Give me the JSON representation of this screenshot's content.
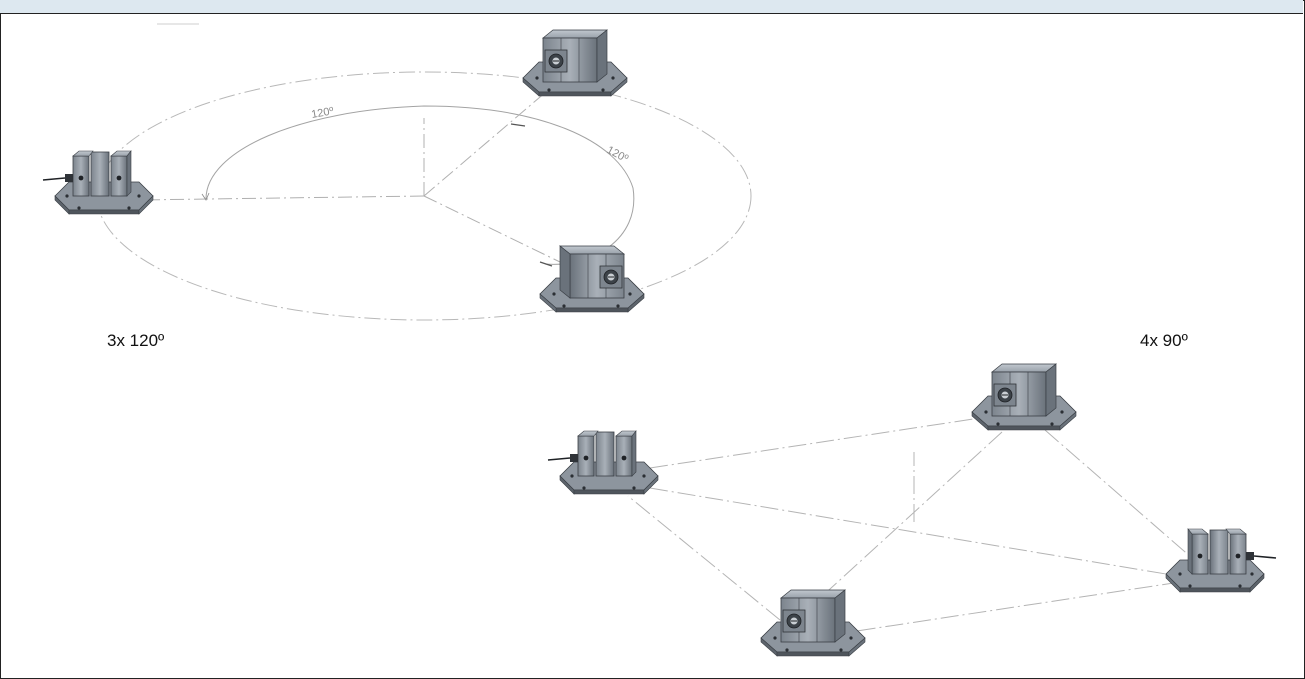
{
  "layouts": {
    "three": {
      "caption": "3x 120º",
      "angle_labels": [
        "120º",
        "120º"
      ]
    },
    "four": {
      "caption": "4x 90º"
    }
  },
  "colors": {
    "header": "#dde8f0",
    "line": "#b4b4b4",
    "metal_light": "#a7aeb7",
    "metal_mid": "#8b939c",
    "metal_dark": "#5d646c"
  },
  "icons": [
    "load-cell-mount",
    "cable"
  ]
}
